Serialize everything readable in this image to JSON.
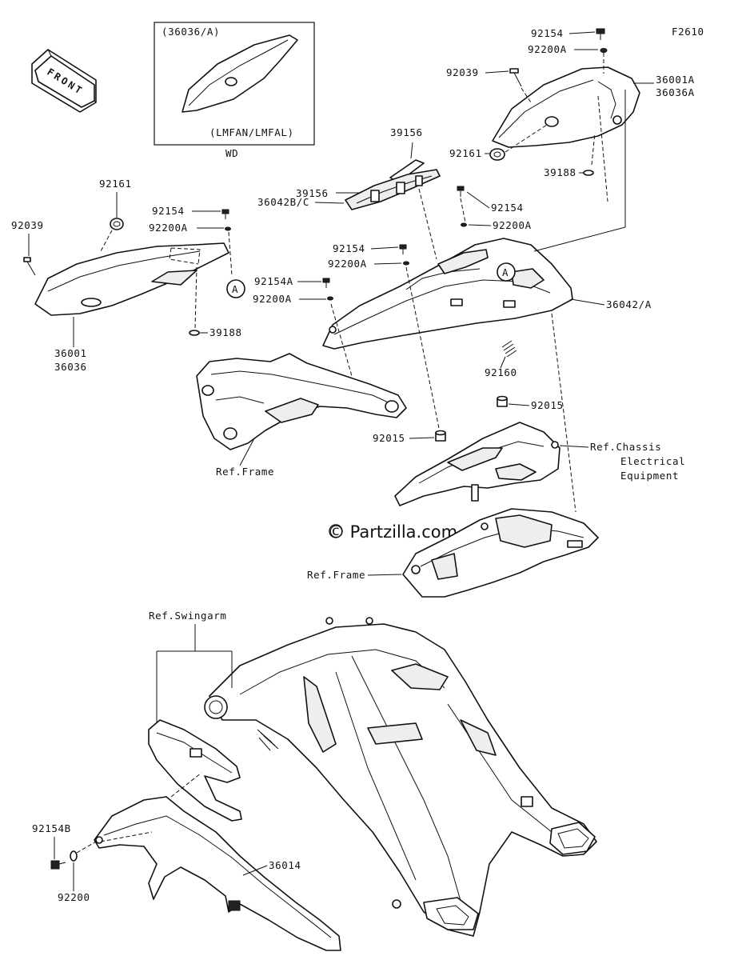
{
  "figure_code": "F2610",
  "watermark": "© Partzilla.com",
  "front_arrow": {
    "label": "FRONT",
    "icon": "front-direction-arrow-icon"
  },
  "inset": {
    "top_label": "(36036/A)",
    "model_label": "(LMFAN/LMFAL)",
    "caption": "WD"
  },
  "callout_marker": "A",
  "labels": {
    "p92154_top": "92154",
    "p92200a_top": "92200A",
    "p92039_right": "92039",
    "p36001a": "36001A",
    "p36036a": "36036A",
    "p92161_right": "92161",
    "p39188_right": "39188",
    "p39156_upper": "39156",
    "p39156_lower": "39156",
    "p36042bc": "36042B/C",
    "p92154_mid_right": "92154",
    "p92200a_mid_right": "92200A",
    "p92154_mid": "92154",
    "p92200a_mid": "92200A",
    "p92154a": "92154A",
    "p92200a_low": "92200A",
    "p36042a": "36042/A",
    "p92160": "92160",
    "p92015_right": "92015",
    "p92015_left": "92015",
    "ref_chassis_1": "Ref.Chassis",
    "ref_chassis_2": "Electrical",
    "ref_chassis_3": "Equipment",
    "ref_frame_upper": "Ref.Frame",
    "ref_frame_lower": "Ref.Frame",
    "p92161_left": "92161",
    "p92039_left": "92039",
    "p92154_left": "92154",
    "p92200a_left": "92200A",
    "p39188_left": "39188",
    "p36001": "36001",
    "p36036": "36036",
    "ref_swingarm": "Ref.Swingarm",
    "p92154b": "92154B",
    "p92200": "92200",
    "p36014": "36014"
  }
}
